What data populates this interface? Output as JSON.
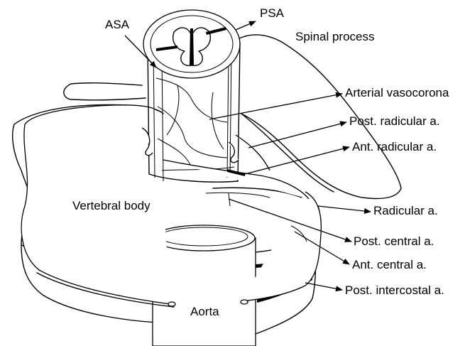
{
  "labels": {
    "asa": "ASA",
    "psa": "PSA",
    "spinal_process": "Spinal process",
    "arterial_vasocorona": "Arterial vasocorona",
    "post_radicular": "Post. radicular a.",
    "ant_radicular": "Ant. radicular a.",
    "vertebral_body": "Vertebral body",
    "radicular": "Radicular a.",
    "post_central": "Post. central a.",
    "ant_central": "Ant. central a.",
    "post_intercostal": "Post. intercostal a.",
    "aorta": "Aorta"
  },
  "colors": {
    "ink": "#000000",
    "background": "#ffffff"
  }
}
